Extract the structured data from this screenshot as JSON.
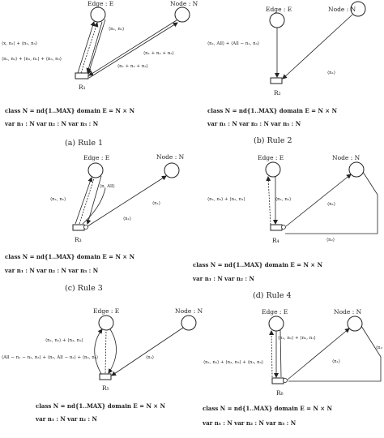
{
  "panels": [
    {
      "id": "a",
      "caption": "(a) Rule 1",
      "nodes": {
        "edge": "Edge : E",
        "node": "Node : N",
        "rule": "R₁"
      },
      "arc_labels": [
        "⟨n₁, n₁⟩",
        "⟨x, n₂⟩ + ⟨n₂, n₃⟩",
        "⟨n₁, n₂⟩ + ⟨n₂, n₁⟩ + ⟨n₃, n₃⟩",
        "⟨n₁ + n₂ + n₃⟩",
        "⟨n₁ + n₂ + n₃⟩"
      ],
      "declarations": [
        "class N = nd{1..MAX}     domain E = N × N",
        "var n₁ : N    var n₂ : N    var n₃ : N"
      ]
    },
    {
      "id": "b",
      "caption": "(b) Rule 2",
      "nodes": {
        "edge": "Edge : E",
        "node": "Node : N",
        "rule": "R₂"
      },
      "arc_labels": [
        "⟨n₁, All⟩ + ⟨All − n₁, n₃⟩",
        "⟨n₁⟩"
      ],
      "declarations": [
        "class N = nd{1..MAX}     domain E = N × N",
        "var n₁ : N    var n₂ : N    var n₃ : N"
      ]
    },
    {
      "id": "c",
      "caption": "(c) Rule 3",
      "nodes": {
        "edge": "Edge : E",
        "node": "Node : N",
        "rule": "R₃"
      },
      "arc_labels": [
        "⟨n, All⟩",
        "⟨n₁, n₁⟩",
        "⟨n₁⟩",
        "⟨n₁⟩"
      ],
      "declarations": [
        "class N = nd{1..MAX}     domain E = N × N",
        "var n₁ : N    var n₂ : N    var n₃ : N"
      ]
    },
    {
      "id": "d",
      "caption": "(d) Rule 4",
      "nodes": {
        "edge": "Edge : E",
        "node": "Node : N",
        "rule": "R₄"
      },
      "arc_labels": [
        "⟨n₁, n₂⟩ + ⟨n₂, n₁⟩",
        "⟨n₁, n₂⟩",
        "⟨n₁⟩",
        "⟨n₂⟩"
      ],
      "declarations": [
        "class N = nd{1..MAX}     domain E = N × N",
        "var n₁ : N    var n₂ : N"
      ]
    },
    {
      "id": "e",
      "caption": "",
      "nodes": {
        "edge": "Edge : E",
        "node": "Node : N",
        "rule": "R₅"
      },
      "arc_labels": [
        "⟨n₁, n₂⟩ + ⟨n₃, n₂⟩",
        "⟨All − n₁ − n₂, n₃⟩ + ⟨n₃, All − n₂⟩ + ⟨n₃, n₃⟩",
        "⟨n₂⟩"
      ],
      "declarations": [
        "class N = nd{1..MAX}     domain E = N × N",
        "var n₁ : N    var n₂ : N"
      ]
    },
    {
      "id": "f",
      "caption": "",
      "nodes": {
        "edge": "Edge : E",
        "node": "Node : N",
        "rule": "R₆"
      },
      "arc_labels": [
        "⟨n₁, n₂⟩ + ⟨n₂, n₁⟩",
        "⟨n₁, n₂⟩ + ⟨n₃, n₃⟩ + ⟨n₃, n₃⟩",
        "⟨n₁⟩",
        "⟨n₂"
      ],
      "declarations": [
        "class N = nd{1..MAX}     domain E = N × N",
        "var n₁ : N    var n₂ : N    var n₃ : N"
      ]
    }
  ]
}
